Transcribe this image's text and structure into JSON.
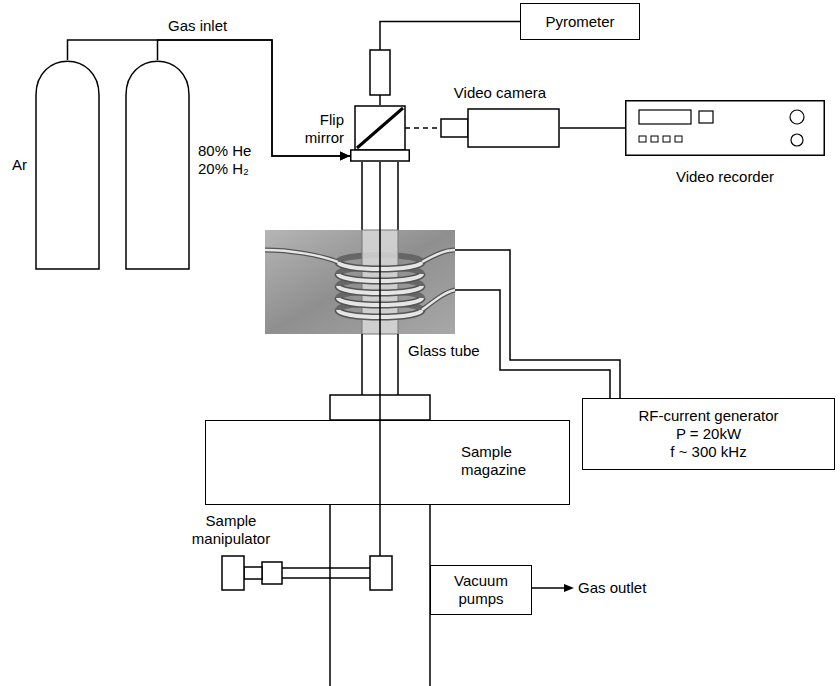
{
  "diagram": {
    "nodes": [
      {
        "text": [
          "Pyrometer"
        ]
      },
      {
        "text": [
          "Flip mirror"
        ]
      },
      {
        "text": [
          "Video camera"
        ]
      },
      {
        "text": [
          "Video recorder"
        ]
      },
      {
        "text": [
          "Ar"
        ]
      },
      {
        "text": [
          "80% He 20% H₂"
        ]
      },
      {
        "text": [
          "RF-current generator",
          "P = 20kW",
          "f ~ 300 kHz"
        ]
      },
      {
        "text": [
          "Sample magazine"
        ]
      },
      {
        "text": [
          "Vacuum pumps"
        ]
      }
    ],
    "edges": [
      {
        "from": 4,
        "to": 1,
        "arrow": "to"
      },
      {
        "from": 5,
        "to": 1,
        "arrow": "to"
      },
      {
        "from": 0,
        "to": 1,
        "arrow": "none"
      },
      {
        "from": 1,
        "to": 2,
        "arrow": "none"
      },
      {
        "from": 2,
        "to": 3,
        "arrow": "none"
      }
    ],
    "labels": [
      "Gas inlet",
      "Glass tube",
      "Sample manipulator",
      "Gas outlet"
    ]
  }
}
